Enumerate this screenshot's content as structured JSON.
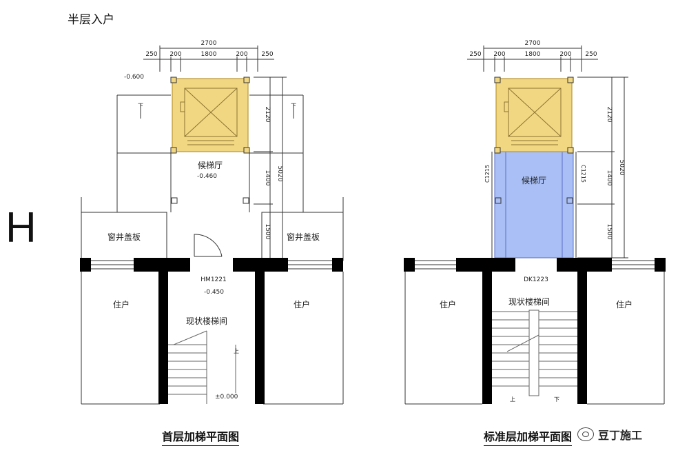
{
  "heading": "半层入户",
  "side_letter": "H",
  "colors": {
    "elevator_fill": "#f2d783",
    "elevator_stroke": "#b89535",
    "hall_fill": "#a9bff5",
    "hall_stroke": "#5a6fc9",
    "wall": "#000000",
    "line": "#333333"
  },
  "left_plan": {
    "caption": "首层加梯平面图",
    "dims_top": {
      "total": "2700",
      "parts": [
        "250",
        "200",
        "1800",
        "200",
        "250"
      ]
    },
    "dims_right": {
      "total": "5020",
      "parts": [
        "2120",
        "1400",
        "1500"
      ]
    },
    "levels": {
      "top_left": "-0.600",
      "hall": "-0.460",
      "door": "-0.450",
      "ground": "±0.000"
    },
    "rooms": {
      "hall": "候梯厅",
      "window_cover_left": "窗井盖板",
      "window_cover_right": "窗井盖板",
      "resident_left": "住户",
      "resident_right": "住户",
      "stair": "现状楼梯间"
    },
    "door_code": "HM1221",
    "stair_up": "上",
    "ramp_down_1": "下",
    "ramp_down_2": "下"
  },
  "right_plan": {
    "caption": "标准层加梯平面图",
    "dims_top": {
      "total": "2700",
      "parts": [
        "250",
        "200",
        "1800",
        "200",
        "250"
      ]
    },
    "dims_right": {
      "total": "5020",
      "parts": [
        "2120",
        "1400",
        "1500"
      ]
    },
    "rooms": {
      "hall": "候梯厅",
      "resident_left": "住户",
      "resident_right": "住户",
      "stair": "现状楼梯间"
    },
    "door_code": "DK1223",
    "window_left": "C1215",
    "window_right": "C1215",
    "stair_up": "上",
    "stair_down": "下"
  },
  "watermark": "豆丁施工"
}
